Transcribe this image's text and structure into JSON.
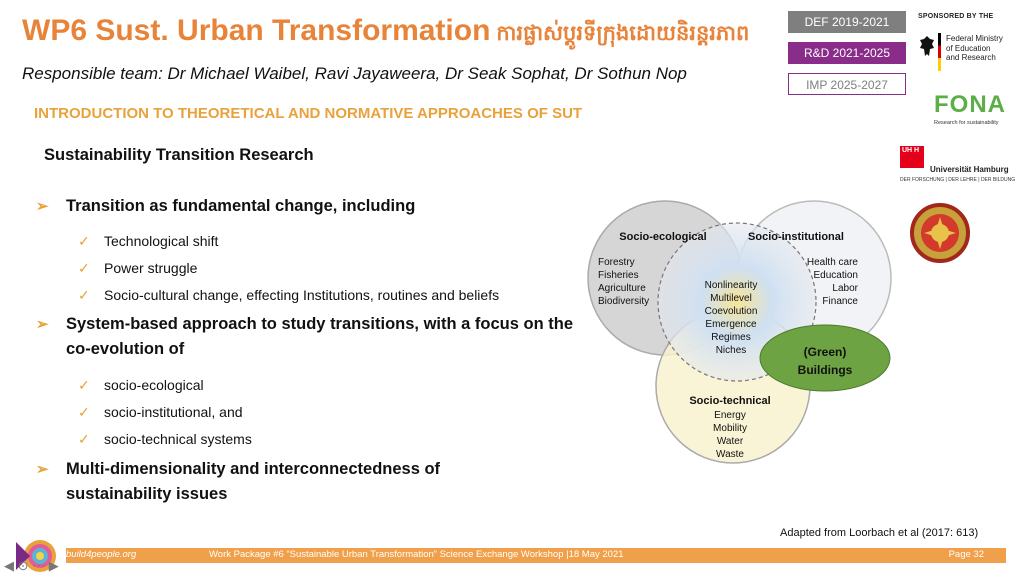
{
  "header": {
    "title": "WP6 Sust. Urban Transformation",
    "title_khmer": "ការផ្លាស់ប្តូរទីក្រុងដោយនិរន្តរភាព",
    "team": "Responsible team: Dr Michael Waibel, Ravi Jayaweera, Dr Seak Sophat, Dr Sothun Nop"
  },
  "phases": [
    "DEF 2019-2021",
    "R&D 2021-2025",
    "IMP 2025-2027"
  ],
  "sponsor": {
    "label": "SPONSORED BY THE",
    "ministry": [
      "Federal Ministry",
      "of Education",
      "and Research"
    ],
    "fona": "FONA",
    "fona_sub": "Research for sustainability",
    "uhh_logo": "UH H",
    "uhh_name": "Universität Hamburg",
    "uhh_sub": "DER FORSCHUNG | DER LEHRE | DER BILDUNG"
  },
  "content": {
    "section_heading": "INTRODUCTION TO THEORETICAL AND NORMATIVE APPROACHES OF SUT",
    "subtitle": "Sustainability Transition Research",
    "bullets": [
      {
        "text": "Transition as fundamental change, including",
        "items": [
          "Technological shift",
          "Power struggle",
          "Socio-cultural change, effecting Institutions, routines and beliefs"
        ]
      },
      {
        "text": "System-based approach to study transitions, with a focus on the co-evolution of",
        "items": [
          "socio-ecological",
          "socio-institutional, and",
          "socio-technical systems"
        ]
      },
      {
        "text": "Multi-dimensionality and interconnectedness of sustainability issues",
        "items": []
      }
    ]
  },
  "diagram": {
    "ecological": {
      "title": "Socio-ecological",
      "items": [
        "Forestry",
        "Fisheries",
        "Agriculture",
        "Biodiversity"
      ]
    },
    "institutional": {
      "title": "Socio-institutional",
      "items": [
        "Health care",
        "Education",
        "Labor",
        "Finance"
      ]
    },
    "technical": {
      "title": "Socio-technical",
      "items": [
        "Energy",
        "Mobility",
        "Water",
        "Waste"
      ]
    },
    "center": [
      "Nonlinearity",
      "Multilevel",
      "Coevolution",
      "Emergence",
      "Regimes",
      "Niches"
    ],
    "buildings": [
      "(Green)",
      "Buildings"
    ]
  },
  "source": "Adapted from Loorbach et al (2017: 613)",
  "footer": {
    "site": "build4people.org",
    "info": "Work Package #6 “Sustainable Urban Transformation” Science Exchange Workshop |18 May 2021",
    "page": "Page 32"
  },
  "colors": {
    "orange": "#e8833a",
    "accent": "#e9a23b",
    "purple": "#8a2c8a",
    "green": "#6ea343"
  },
  "icons": {
    "arrow": "➢",
    "check": "✓"
  }
}
